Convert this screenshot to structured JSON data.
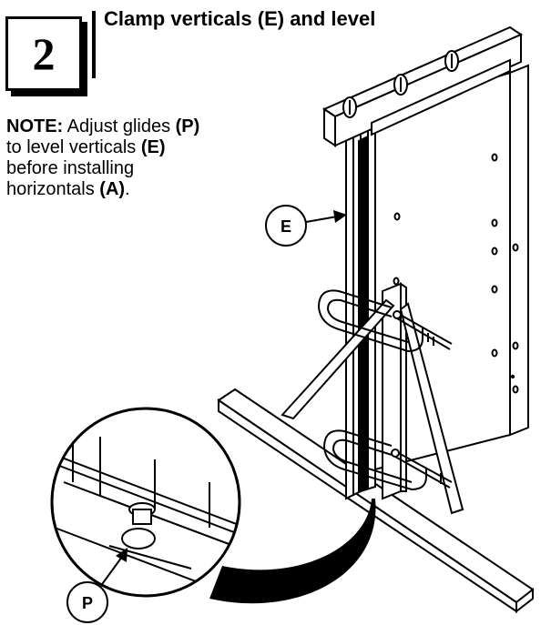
{
  "step": {
    "number": "2"
  },
  "title": "Clamp verticals (E) and level",
  "note": {
    "label": "NOTE:",
    "line1": " Adjust glides ",
    "ref1": "(P)",
    "line2": "to level verticals ",
    "ref2": "(E)",
    "line3": "before installing",
    "line4": "horizontals ",
    "ref3": "(A)",
    "end": "."
  },
  "callouts": {
    "vertical": "E",
    "glide": "P"
  }
}
